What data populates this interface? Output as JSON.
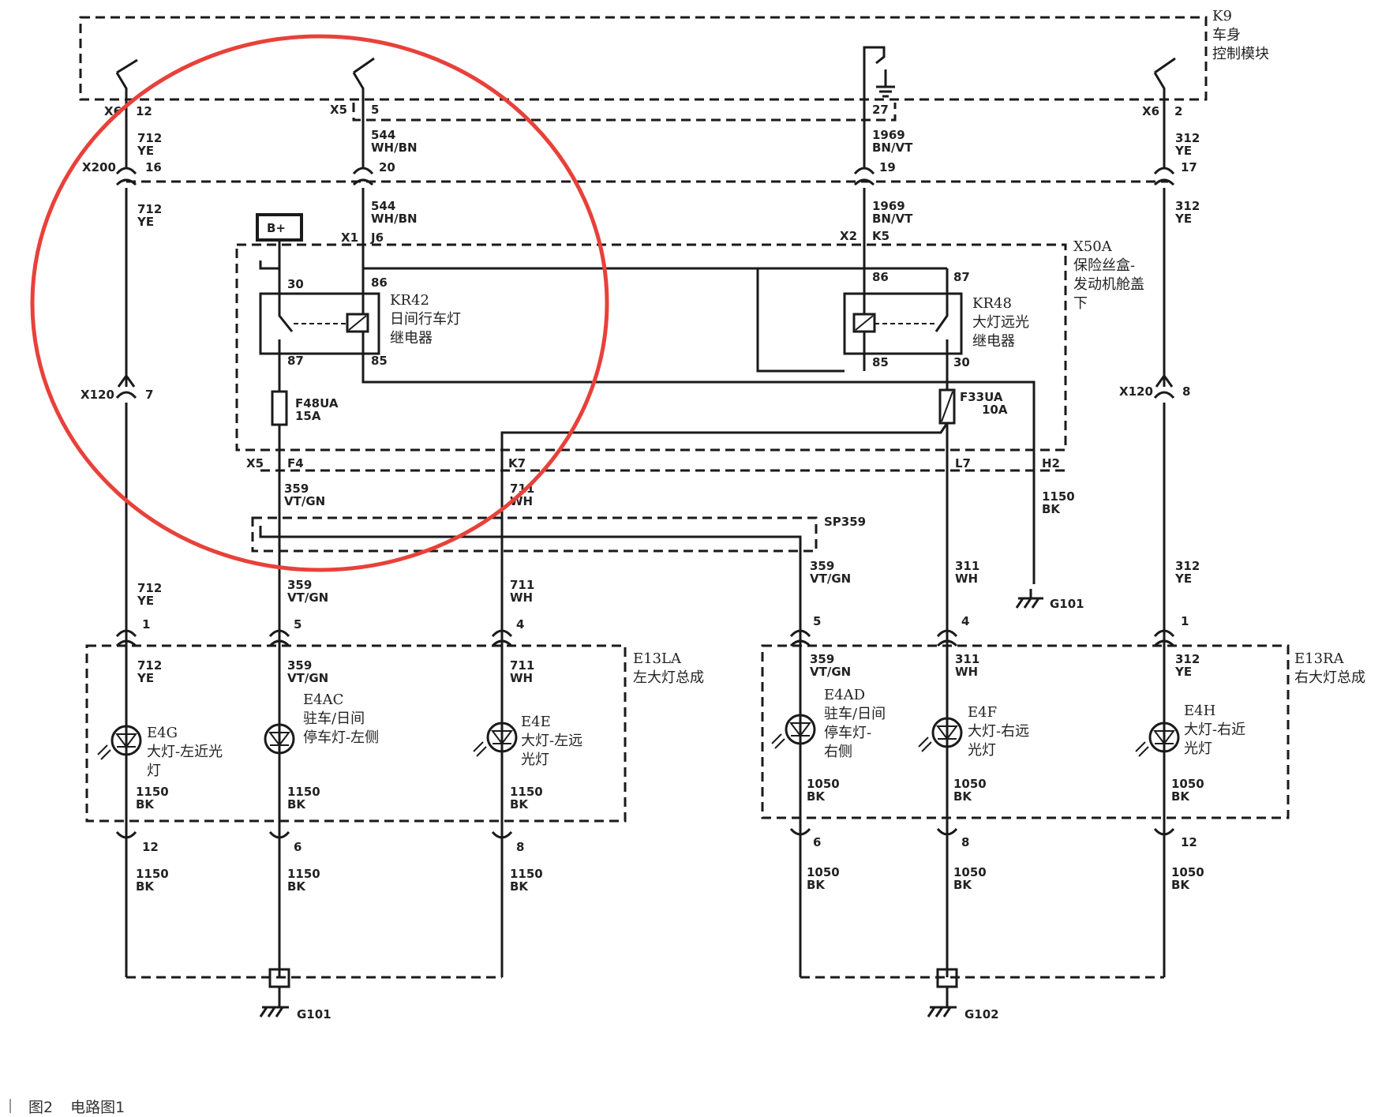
{
  "caption": {
    "figure_no": "图2",
    "title": "电路图1"
  },
  "modules": {
    "k9": {
      "code": "K9",
      "name1": "车身",
      "name2": "控制模块"
    },
    "x50a": {
      "code": "X50A",
      "name1": "保险丝盒-",
      "name2": "发动机舱盖",
      "name3": "下"
    },
    "e13la": {
      "code": "E13LA",
      "name": "左大灯总成"
    },
    "e13ra": {
      "code": "E13RA",
      "name": "右大灯总成"
    },
    "bplus": "B+",
    "sp359": "SP359"
  },
  "relays": {
    "kr42": {
      "code": "KR42",
      "name1": "日间行车灯",
      "name2": "继电器",
      "pin30": "30",
      "pin86": "86",
      "pin87": "87",
      "pin85": "85"
    },
    "kr48": {
      "code": "KR48",
      "name1": "大灯远光",
      "name2": "继电器",
      "pin86": "86",
      "pin87": "87",
      "pin85": "85",
      "pin30": "30"
    }
  },
  "fuses": {
    "f48ua": {
      "code": "F48UA",
      "rating": "15A"
    },
    "f33ua": {
      "code": "F33UA",
      "rating": "10A"
    }
  },
  "connectors": {
    "x6_12": {
      "conn": "X6",
      "pin": "12"
    },
    "x5_5": {
      "conn": "X5",
      "pin": "5"
    },
    "p27": {
      "pin": "27"
    },
    "x6_2": {
      "conn": "X6",
      "pin": "2"
    },
    "x200": {
      "conn": "X200",
      "p1": "16",
      "p2": "20",
      "p3": "19",
      "p4": "17"
    },
    "x1_j6": {
      "conn": "X1",
      "pin": "J6"
    },
    "x2_k5": {
      "conn": "X2",
      "pin": "K5"
    },
    "x120_7": {
      "conn": "X120",
      "pin": "7"
    },
    "x120_8": {
      "conn": "X120",
      "pin": "8"
    },
    "x5_f4": {
      "conn": "X5",
      "pin": "F4"
    },
    "k7": "K7",
    "l7": "L7",
    "h2": "H2",
    "left_pins_top": [
      "1",
      "5",
      "4"
    ],
    "left_pins_bot": [
      "12",
      "6",
      "8"
    ],
    "right_pins_top": [
      "5",
      "4",
      "1"
    ],
    "right_pins_bot": [
      "6",
      "8",
      "12"
    ]
  },
  "wires": {
    "w712": {
      "num": "712",
      "color": "YE"
    },
    "w544": {
      "num": "544",
      "color": "WH/BN"
    },
    "w1969": {
      "num": "1969",
      "color": "BN/VT"
    },
    "w312": {
      "num": "312",
      "color": "YE"
    },
    "w359": {
      "num": "359",
      "color": "VT/GN"
    },
    "w711": {
      "num": "711",
      "color": "WH"
    },
    "w311": {
      "num": "311",
      "color": "WH"
    },
    "w1150": {
      "num": "1150",
      "color": "BK"
    },
    "w1050": {
      "num": "1050",
      "color": "BK"
    }
  },
  "lamps": {
    "e4g": {
      "code": "E4G",
      "name1": "大灯-左近光",
      "name2": "灯"
    },
    "e4ac": {
      "code": "E4AC",
      "name1": "驻车/日间",
      "name2": "停车灯-左侧"
    },
    "e4e": {
      "code": "E4E",
      "name1": "大灯-左远",
      "name2": "光灯"
    },
    "e4ad": {
      "code": "E4AD",
      "name1": "驻车/日间",
      "name2": "停车灯-",
      "name3": "右侧"
    },
    "e4f": {
      "code": "E4F",
      "name1": "大灯-右远",
      "name2": "光灯"
    },
    "e4h": {
      "code": "E4H",
      "name1": "大灯-右近",
      "name2": "光灯"
    }
  },
  "grounds": {
    "g101": "G101",
    "g102": "G102"
  },
  "highlight_color": "#e8413a"
}
